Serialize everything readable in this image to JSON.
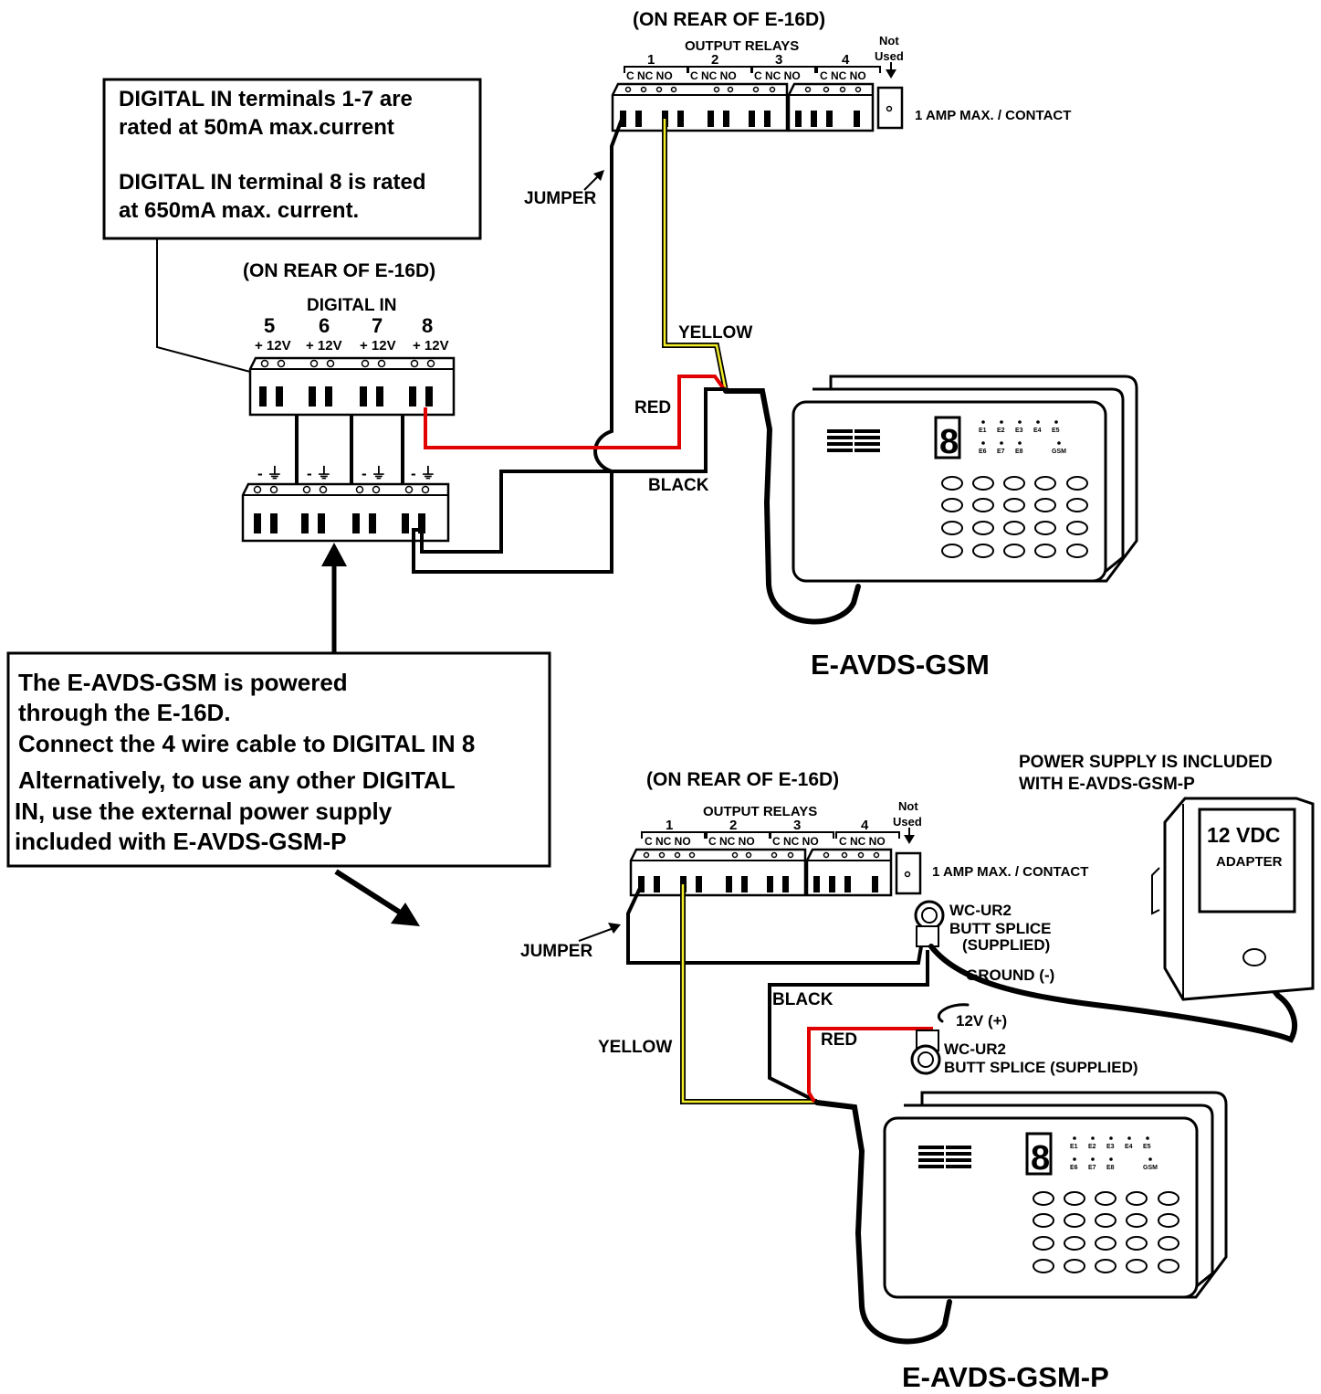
{
  "note_box": {
    "line1": "DIGITAL IN terminals 1-7 are",
    "line2": "rated at 50mA max.current",
    "line3": "DIGITAL IN terminal 8 is rated",
    "line4": "at 650mA max. current."
  },
  "power_box": {
    "line1": "The E-AVDS-GSM is powered",
    "line2": " through the E-16D.",
    "line3": "Connect the 4 wire cable to DIGITAL IN 8",
    "line4": " Alternatively, to use any other DIGITAL",
    "line5": "IN, use the external power supply",
    "line6": "included with E-AVDS-GSM-P"
  },
  "rear_label": "(ON REAR OF E-16D)",
  "digital_in": {
    "title": "DIGITAL IN",
    "numbers": [
      "5",
      "6",
      "7",
      "8"
    ],
    "pin_label": "+ 12V",
    "ground_label": "- ⏚"
  },
  "relays": {
    "title": "OUTPUT RELAYS",
    "numbers": [
      "1",
      "2",
      "3",
      "4"
    ],
    "contacts": "C NC NO",
    "not_used_1": "Not",
    "not_used_2": "Used",
    "contact_rating": "1 AMP MAX. / CONTACT"
  },
  "wires": {
    "jumper": "JUMPER",
    "yellow": "YELLOW",
    "red": "RED",
    "black": "BLACK",
    "ground": "GROUND (-)",
    "plus12": "12V (+)"
  },
  "splice": {
    "line1": "WC-UR2",
    "line2": "BUTT SPLICE",
    "line3": "(SUPPLIED)",
    "inline": "BUTT SPLICE (SUPPLIED)"
  },
  "power_supply": {
    "note1": "POWER SUPPLY IS INCLUDED",
    "note2": "WITH E-AVDS-GSM-P",
    "label1": "12 VDC",
    "label2": "ADAPTER"
  },
  "device": {
    "leds_top": [
      "E1",
      "E2",
      "E3",
      "E4",
      "E5"
    ],
    "leds_bottom": [
      "E6",
      "E7",
      "E8",
      "GSM"
    ],
    "digit": "8",
    "name_top": "E-AVDS-GSM",
    "name_bottom": "E-AVDS-GSM-P"
  }
}
